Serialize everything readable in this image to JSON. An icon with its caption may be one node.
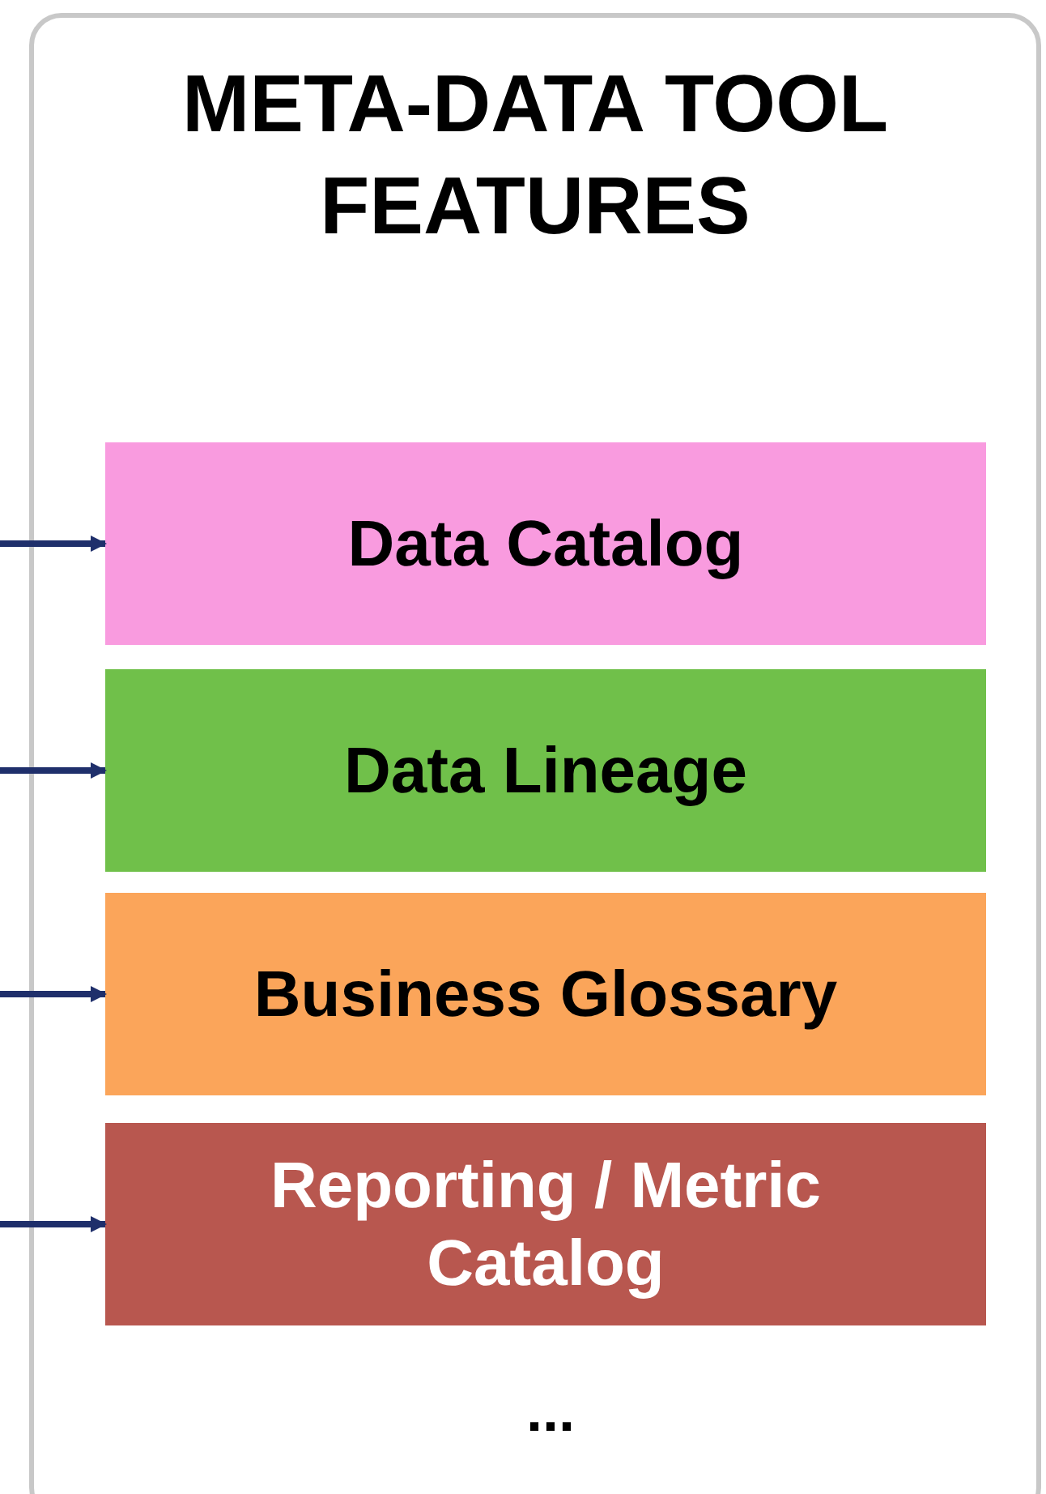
{
  "diagram": {
    "nodes": [
      {
        "text": [
          "META-DATA TOOL FEATURES"
        ]
      },
      {
        "text": [
          "Data Catalog"
        ],
        "in": 0
      },
      {
        "text": [
          "Data Lineage"
        ],
        "in": 0
      },
      {
        "text": [
          "Business Glossary"
        ],
        "in": 0
      },
      {
        "text": [
          "Reporting / Metric Catalog"
        ],
        "in": 0
      }
    ],
    "edges": [
      {
        "from": null,
        "to": 1,
        "arrow": "to"
      },
      {
        "from": null,
        "to": 2,
        "arrow": "to"
      },
      {
        "from": null,
        "to": 3,
        "arrow": "to"
      },
      {
        "from": null,
        "to": 4,
        "arrow": "to"
      }
    ],
    "labels": [
      "..."
    ]
  }
}
